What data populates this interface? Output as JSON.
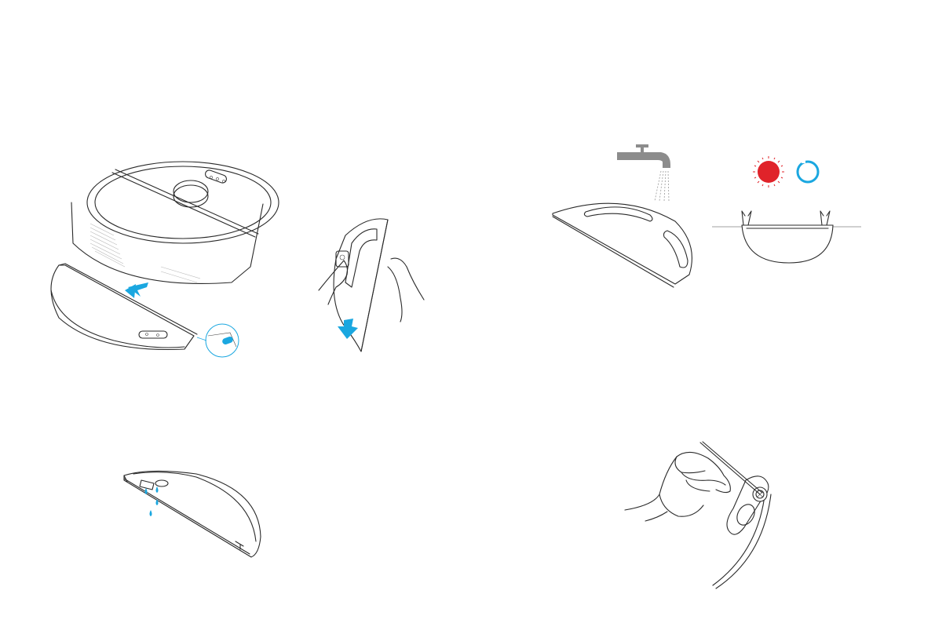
{
  "figure": {
    "panels": [
      {
        "id": "remove-water-tank",
        "icon": "robot-vacuum-tank-removal-icon"
      },
      {
        "id": "remove-mop-cloth",
        "icon": "mop-cloth-removal-icon"
      },
      {
        "id": "rinse-mop-cloth",
        "icon": "faucet-rinse-icon"
      },
      {
        "id": "attach-mop-cloth",
        "icon": "mop-attach-icon"
      },
      {
        "id": "drain-water-tank",
        "icon": "water-drip-icon"
      },
      {
        "id": "clean-filter",
        "icon": "filter-cleaning-pin-icon"
      }
    ]
  },
  "colors": {
    "line": "#2a2a2a",
    "accent_blue": "#1aa7e0",
    "indicator_red": "#e0232a",
    "faucet_gray": "#8c8c8c"
  },
  "indicators": {
    "red_light": "red-light-indicator-icon",
    "blue_ring": "blue-ring-indicator-icon"
  }
}
